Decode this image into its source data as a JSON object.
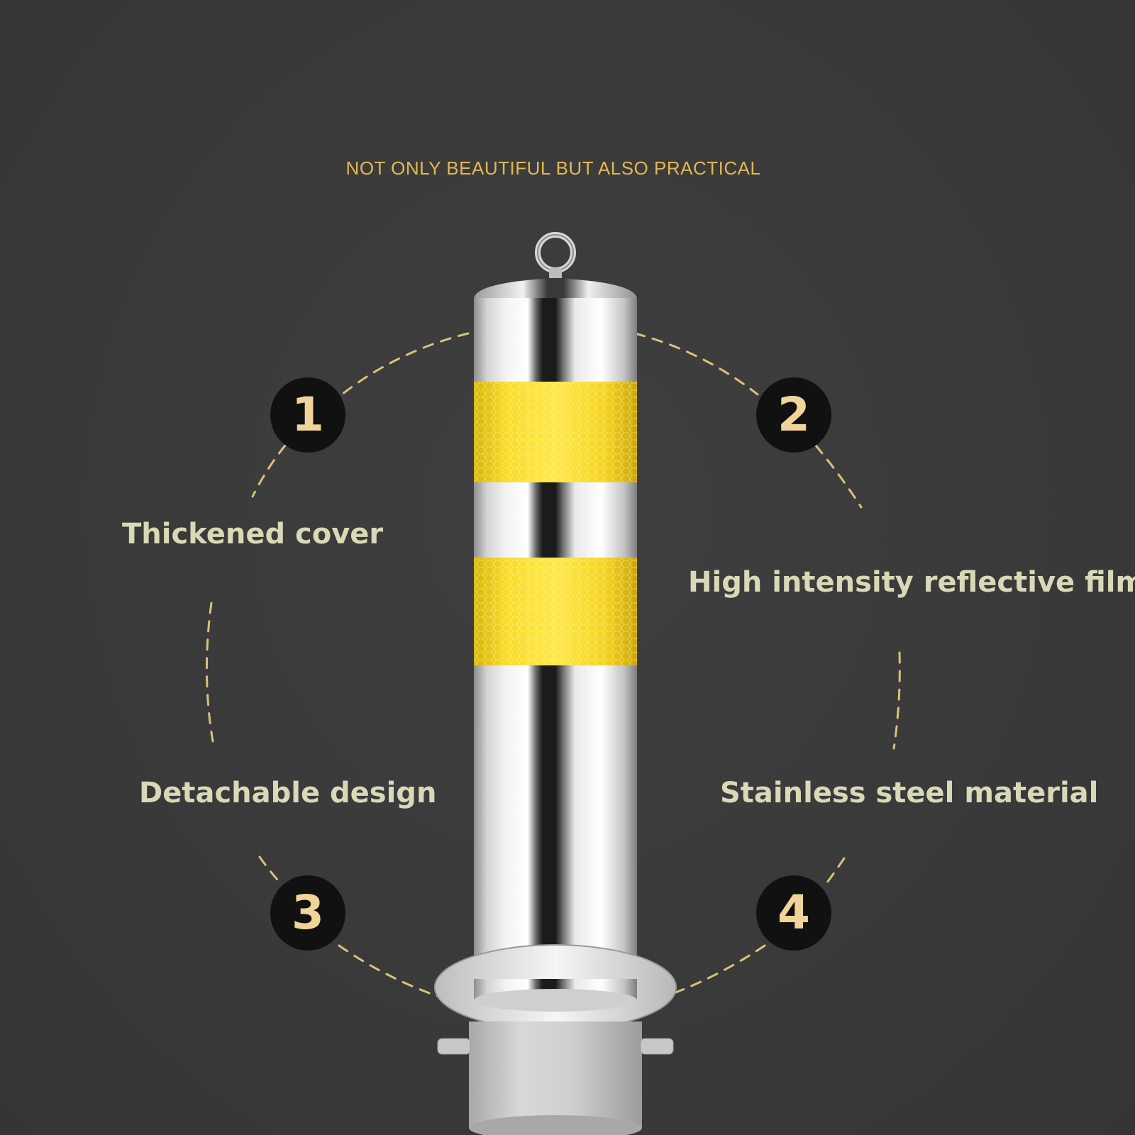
{
  "tagline": "NOT ONLY BEAUTIFUL BUT ALSO PRACTICAL",
  "features": [
    {
      "number": "1",
      "label": "Thickened cover"
    },
    {
      "number": "2",
      "label": "High intensity reflective film"
    },
    {
      "number": "3",
      "label": "Detachable design"
    },
    {
      "number": "4",
      "label": "Stainless steel material"
    }
  ],
  "colors": {
    "background": "#3a3a3a",
    "tagline": "#e0b854",
    "label": "#d9d9b8",
    "badge_fill": "#111111",
    "badge_text": "#f0d49a",
    "dashed_line": "#d9c27a",
    "reflective_band": "#f2d21a",
    "steel": "#d8d8d8"
  },
  "product": {
    "object": "stainless-steel-bollard",
    "reflective_bands": 2
  }
}
